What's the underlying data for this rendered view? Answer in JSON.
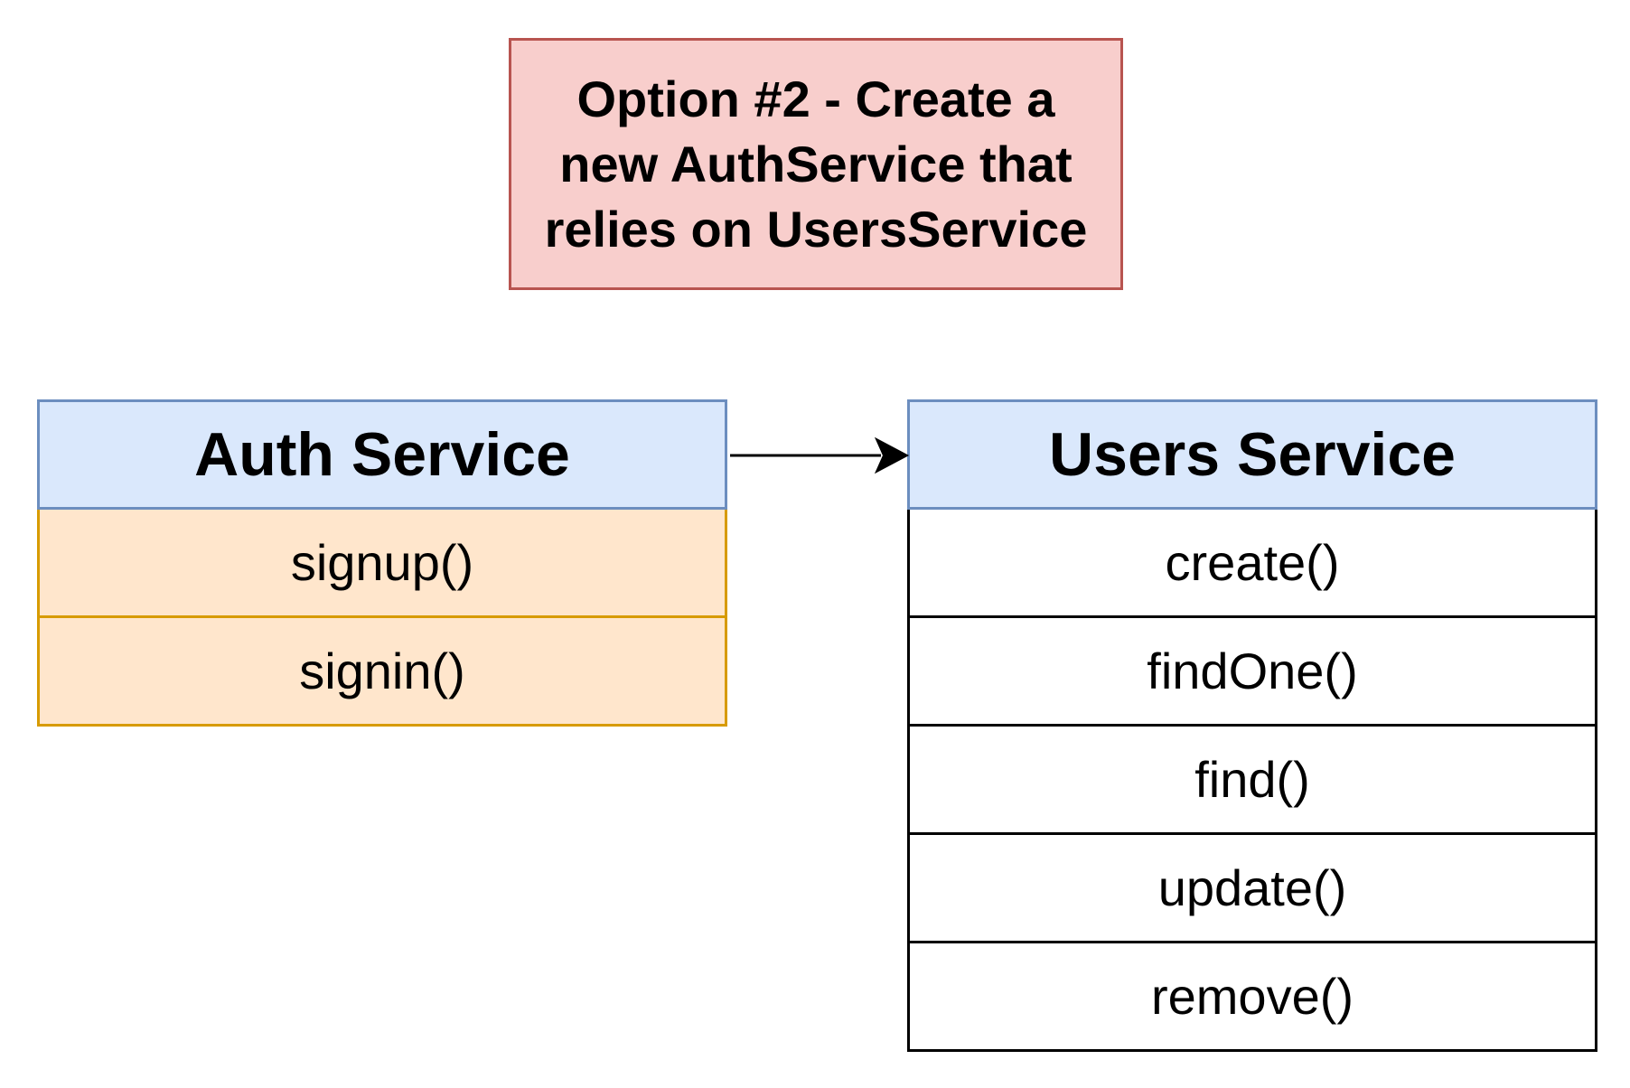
{
  "title": {
    "lines": [
      "Option #2 - Create a",
      "new AuthService that",
      "relies on UsersService"
    ]
  },
  "auth_service": {
    "header": "Auth Service",
    "methods": [
      "signup()",
      "signin()"
    ]
  },
  "users_service": {
    "header": "Users Service",
    "methods": [
      "create()",
      "findOne()",
      "find()",
      "update()",
      "remove()"
    ]
  },
  "colors": {
    "title_fill": "#f8cecc",
    "title_stroke": "#b85450",
    "header_fill": "#dae8fc",
    "header_stroke": "#6c8ebf",
    "auth_row_fill": "#ffe6cc",
    "auth_row_stroke": "#d79b00",
    "users_row_fill": "#ffffff",
    "users_row_stroke": "#000000"
  }
}
